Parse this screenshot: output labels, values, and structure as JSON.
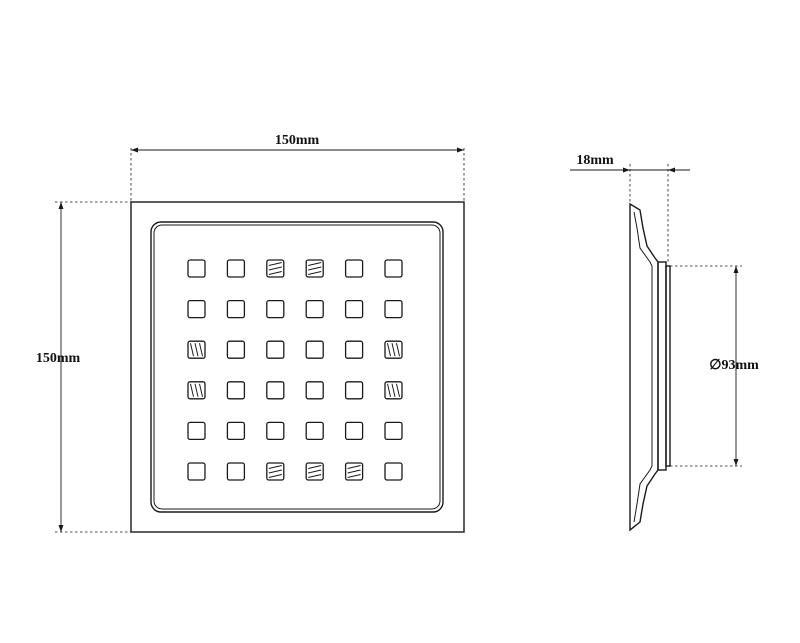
{
  "labels": {
    "width": "150mm",
    "height": "150mm",
    "depth": "18mm",
    "diameter_symbol": "∅",
    "diameter": "93mm"
  },
  "grid": {
    "rows": 6,
    "cols": 6,
    "hatched": [
      [
        0,
        2
      ],
      [
        0,
        3
      ],
      [
        2,
        0
      ],
      [
        2,
        5
      ],
      [
        3,
        0
      ],
      [
        3,
        5
      ],
      [
        5,
        2
      ],
      [
        5,
        3
      ],
      [
        5,
        4
      ]
    ]
  }
}
